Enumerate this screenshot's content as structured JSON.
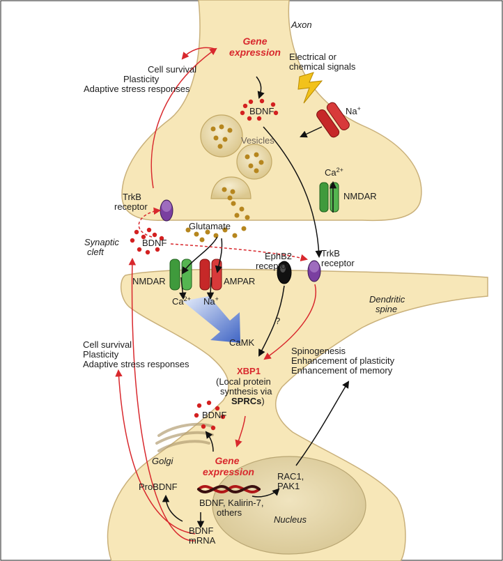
{
  "colors": {
    "membrane": "#f7e7b8",
    "membrane_edge": "#c9b07a",
    "accent_red": "#d8282d",
    "nmdar_green": "#3f9a3c",
    "ampar_red": "#c62828",
    "trkb_purple": "#7a3fa0",
    "caMK_arrow": "#5b7fd0"
  },
  "labels": {
    "axon": "Axon",
    "gene_top_1": "Gene",
    "gene_top_2": "expression",
    "survival_top_1": "Cell survival",
    "survival_top_2": "Plasticity",
    "survival_top_3": "Adaptive stress responses",
    "signals_1": "Electrical or",
    "signals_2": "chemical signals",
    "bdnf_top": "BDNF",
    "na_top": "Na",
    "na_top_sup": "+",
    "vesicles": "Vesicles",
    "ca_top": "Ca",
    "ca_top_sup": "2+",
    "nmdar_top": "NMDAR",
    "trkb_left_1": "TrkB",
    "trkb_left_2": "receptor",
    "glutamate": "Glutamate",
    "synaptic_1": "Synaptic",
    "synaptic_2": "cleft",
    "bdnf_cleft": "BDNF",
    "ephb2_1": "EphB2",
    "ephb2_2": "receptor",
    "trkb_right_1": "TrkB",
    "trkb_right_2": "receptor",
    "nmdar_post": "NMDAR",
    "ampar_post": "AMPAR",
    "ca_post": "Ca",
    "ca_post_sup": "2+",
    "na_post": "Na",
    "na_post_sup": "+",
    "dendritic_1": "Dendritic",
    "dendritic_2": "spine",
    "question": "?",
    "camk": "CaMK",
    "survival_mid_1": "Cell survival",
    "survival_mid_2": "Plasticity",
    "survival_mid_3": "Adaptive stress responses",
    "spino_1": "Spinogenesis",
    "spino_2": "Enhancement of plasticity",
    "spino_3": "Enhancement of memory",
    "xbp1": "XBP1",
    "local_1": "(Local protein",
    "local_2": "synthesis via",
    "local_3": "SPRCs",
    "local_3_end": ")",
    "bdnf_low": "BDNF",
    "golgi": "Golgi",
    "gene_bot_1": "Gene",
    "gene_bot_2": "expression",
    "probdnf": "ProBDNF",
    "kalirin_1": "BDNF, Kalirin-7,",
    "kalirin_2": "others",
    "rac_1": "RAC1,",
    "rac_2": "PAK1",
    "nucleus": "Nucleus",
    "mrna_1": "BDNF",
    "mrna_2": "mRNA"
  }
}
